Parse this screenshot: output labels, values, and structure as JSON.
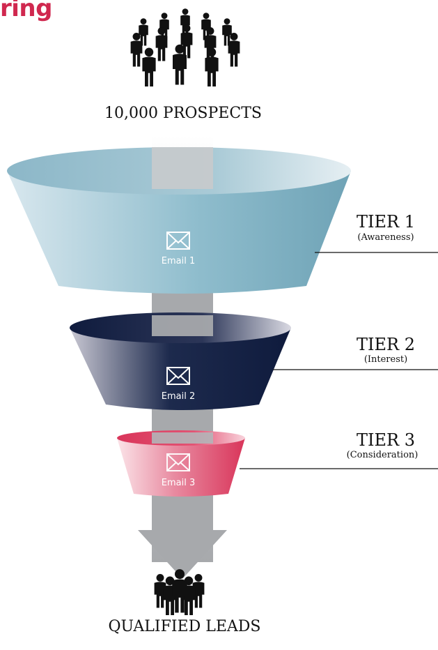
{
  "heading_fragment": "ring",
  "top_label": "10,000 PROSPECTS",
  "bottom_label": "QUALIFIED LEADS",
  "tiers": [
    {
      "title": "TIER 1",
      "subtitle": "(Awareness)",
      "email": "Email 1",
      "color": "#6fa3b6"
    },
    {
      "title": "TIER 2",
      "subtitle": "(Interest)",
      "email": "Email 2",
      "color": "#0f1b3d"
    },
    {
      "title": "TIER 3",
      "subtitle": "(Consideration)",
      "email": "Email 3",
      "color": "#d9355a"
    }
  ],
  "icons": [
    "crowd-icon",
    "envelope-icon",
    "group-icon",
    "arrow-down-icon"
  ],
  "colors": {
    "accent": "#d0284f",
    "arrow": "#a7a9ac",
    "tier1": "#6fa3b6",
    "tier2": "#0f1b3d",
    "tier3": "#d9355a"
  }
}
